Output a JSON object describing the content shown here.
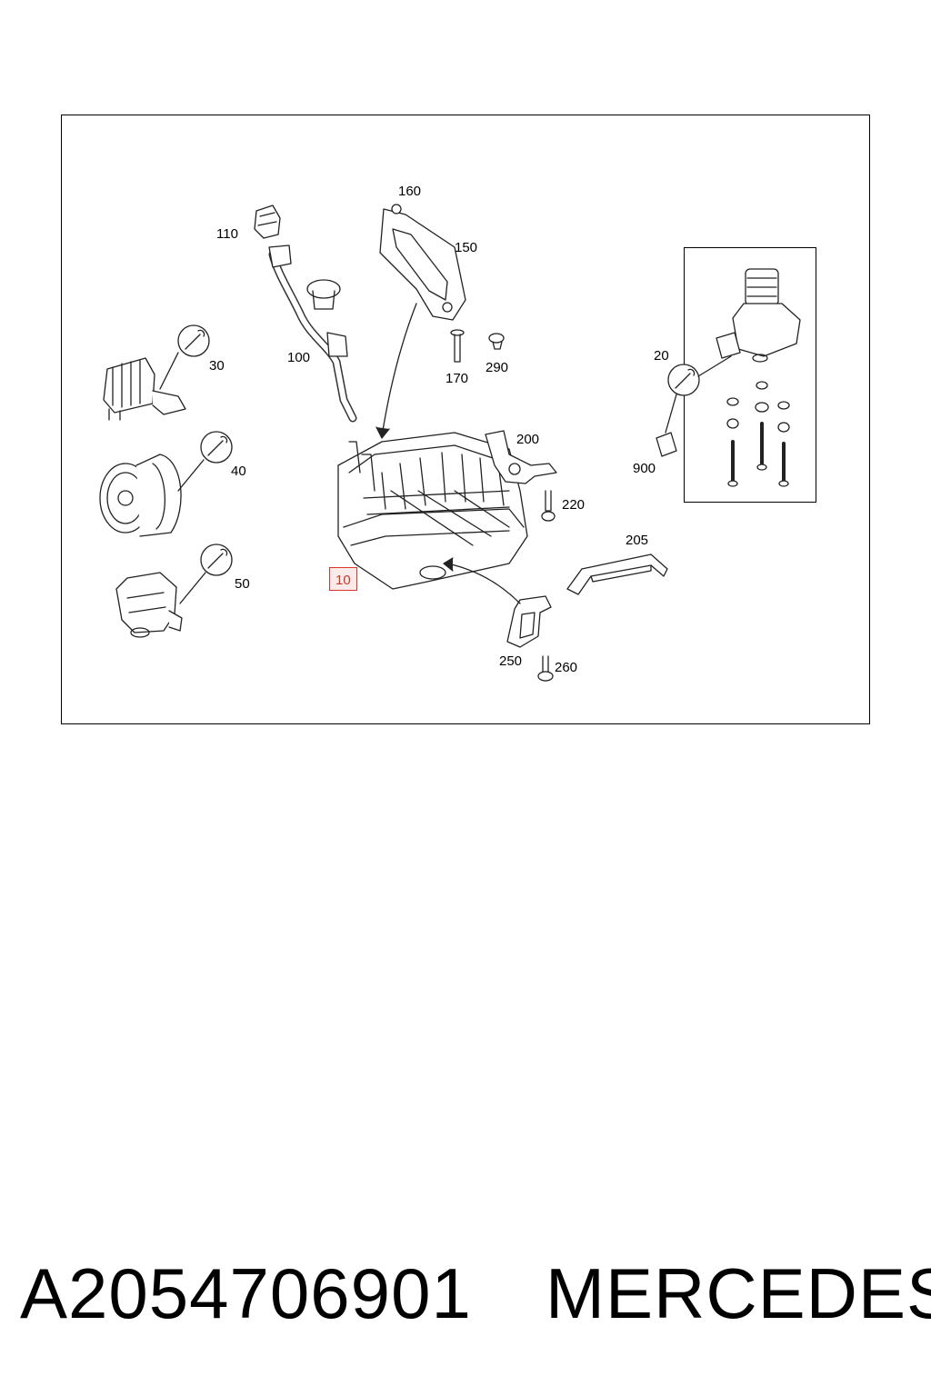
{
  "diagram": {
    "callouts": [
      {
        "id": "c110",
        "label": "110"
      },
      {
        "id": "c160",
        "label": "160"
      },
      {
        "id": "c150",
        "label": "150"
      },
      {
        "id": "c100",
        "label": "100"
      },
      {
        "id": "c170",
        "label": "170"
      },
      {
        "id": "c290",
        "label": "290"
      },
      {
        "id": "c30",
        "label": "30"
      },
      {
        "id": "c40",
        "label": "40"
      },
      {
        "id": "c50",
        "label": "50"
      },
      {
        "id": "c20",
        "label": "20"
      },
      {
        "id": "c900",
        "label": "900"
      },
      {
        "id": "c200",
        "label": "200"
      },
      {
        "id": "c220",
        "label": "220"
      },
      {
        "id": "c205",
        "label": "205"
      },
      {
        "id": "c10",
        "label": "10",
        "highlighted": true
      },
      {
        "id": "c250",
        "label": "250"
      },
      {
        "id": "c260",
        "label": "260"
      }
    ],
    "highlight_color": "#d9342b"
  },
  "footer": {
    "part_number": "A2054706901",
    "brand": "MERCEDES"
  }
}
